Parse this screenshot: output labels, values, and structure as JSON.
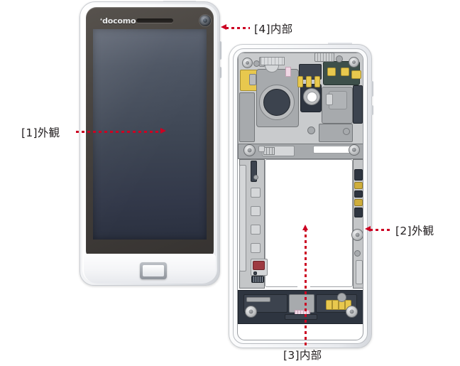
{
  "page": {
    "background": "#ffffff",
    "accent_red": "#cc0022",
    "text_color": "#231f20"
  },
  "callouts": [
    {
      "id": "1",
      "text": "[1]外観",
      "direction": "right",
      "target": "front-exterior"
    },
    {
      "id": "2",
      "text": "[2]外観",
      "direction": "left",
      "target": "side-exterior"
    },
    {
      "id": "3",
      "text": "[3]内部",
      "direction": "up",
      "target": "internal-lower"
    },
    {
      "id": "4",
      "text": "[4]内部",
      "direction": "left",
      "target": "internal-upper"
    }
  ],
  "devices": {
    "front": {
      "name": "front-exterior-view",
      "brand_logo": "docomo",
      "brand_logo_mark": "▲",
      "parts": {
        "earpiece": "earpiece-speaker-slot",
        "front_camera": "front-camera-lens",
        "display": "touchscreen-display",
        "home_button": "home-button",
        "side_button_volume": "volume-button",
        "side_button_power": "power-button"
      },
      "colors": {
        "body": "#f2f3f5",
        "face": "#433f3c",
        "screen": "#3e4654",
        "chin": "#f6f7f9"
      }
    },
    "internal": {
      "name": "internal-rear-view",
      "parts": {
        "battery_bay": "battery-compartment",
        "camera_module": "rear-camera-module",
        "speaker_module": "speaker-module",
        "antenna_contacts": "antenna-gold-contacts",
        "battery_connector": "battery-connector",
        "sim_tray": "sim-card-slot",
        "vibration_motor": "vibration-motor",
        "screws": "chassis-screws",
        "flex_cable": "flex-cable",
        "charging_contacts": "charging-gold-contacts"
      },
      "colors": {
        "chassis": "#b9bbbd",
        "dark_board": "#2e3540",
        "gold": "#e8c84e",
        "pink_flex": "#efd7e4",
        "red_connector": "#9e3a41",
        "battery_bay": "#ffffff"
      }
    }
  }
}
